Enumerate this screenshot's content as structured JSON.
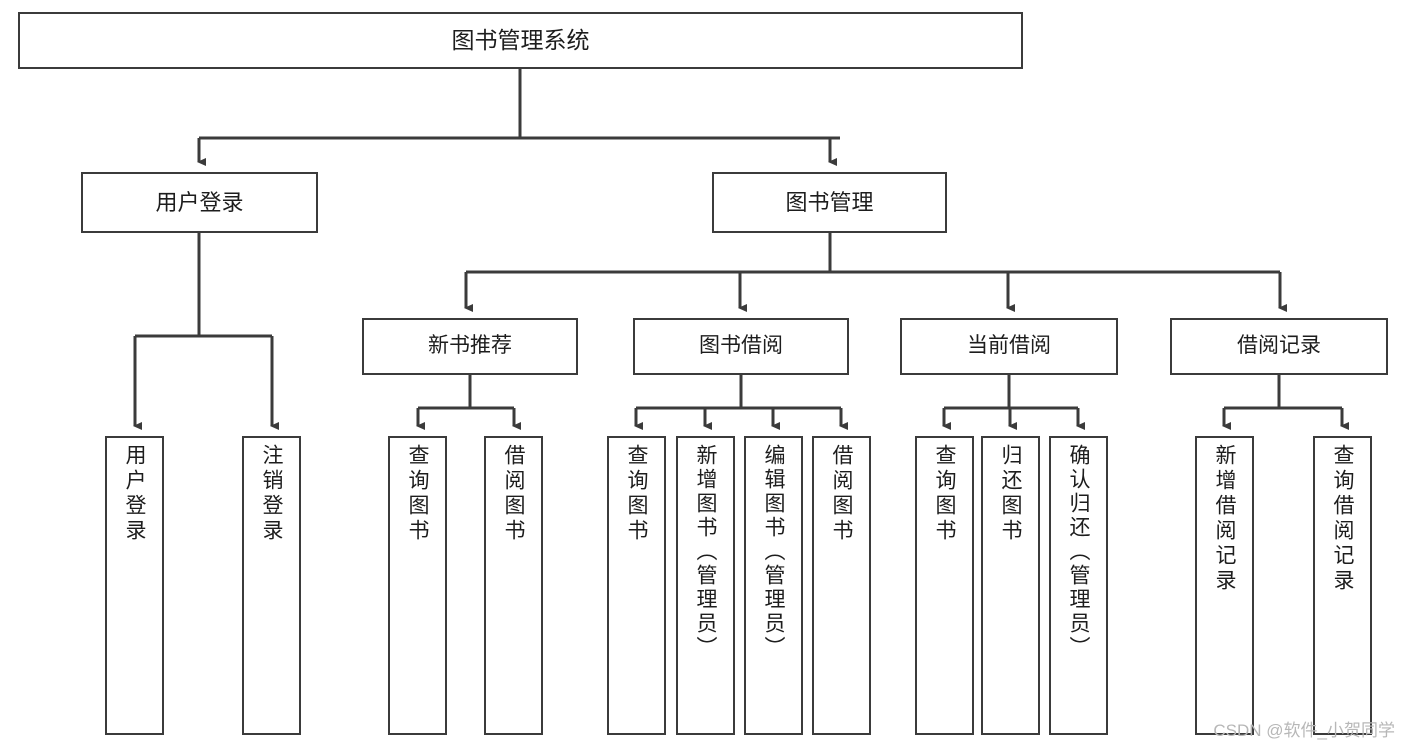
{
  "diagram": {
    "title": "图书管理系统",
    "type": "hierarchy-tree",
    "watermark": "CSDN @软件_小贺同学",
    "colors": {
      "background": "#ffffff",
      "border": "#3b3b3b",
      "text": "#1d1d1d",
      "watermark": "#b7b7b7"
    },
    "root": {
      "label": "图书管理系统"
    },
    "level1": [
      {
        "label": "用户登录"
      },
      {
        "label": "图书管理"
      }
    ],
    "level2": [
      {
        "label": "新书推荐"
      },
      {
        "label": "图书借阅"
      },
      {
        "label": "当前借阅"
      },
      {
        "label": "借阅记录"
      }
    ],
    "leaves": [
      {
        "label": "用户登录"
      },
      {
        "label": "注销登录"
      },
      {
        "label": "查询图书"
      },
      {
        "label": "借阅图书"
      },
      {
        "label": "查询图书"
      },
      {
        "label": "新增图书（管理员）"
      },
      {
        "label": "编辑图书（管理员）"
      },
      {
        "label": "借阅图书"
      },
      {
        "label": "查询图书"
      },
      {
        "label": "归还图书"
      },
      {
        "label": "确认归还（管理员）"
      },
      {
        "label": "新增借阅记录"
      },
      {
        "label": "查询借阅记录"
      }
    ]
  }
}
